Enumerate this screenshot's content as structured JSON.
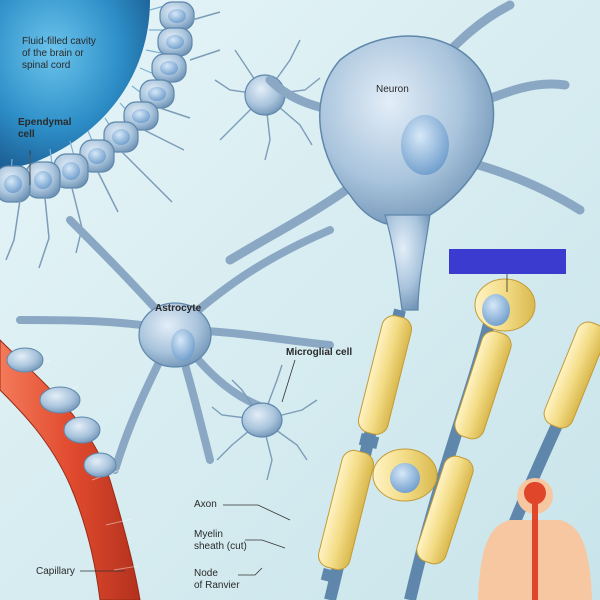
{
  "labels": {
    "cavity": "Fluid-filled cavity\nof the brain or\nspinal cord",
    "ependymal": "Ependymal\ncell",
    "neuron": "Neuron",
    "astrocyte": "Astrocyte",
    "microglial": "Microglial cell",
    "axon": "Axon",
    "myelin": "Myelin\nsheath (cut)",
    "node": "Node\nof Ranvier",
    "capillary": "Capillary"
  },
  "colors": {
    "background": "#d8eef2",
    "cavity": "#2e8fc8",
    "cell": "#a9c4dc",
    "cell_dark": "#5f87ab",
    "nucleus": "#8fb6dc",
    "myelin": "#f3dc86",
    "capillary": "#e24b2f",
    "hidden_label_box": "#3b3bd0",
    "body_figure": "#f6c7a0",
    "spinal_cord": "#e0462a"
  }
}
